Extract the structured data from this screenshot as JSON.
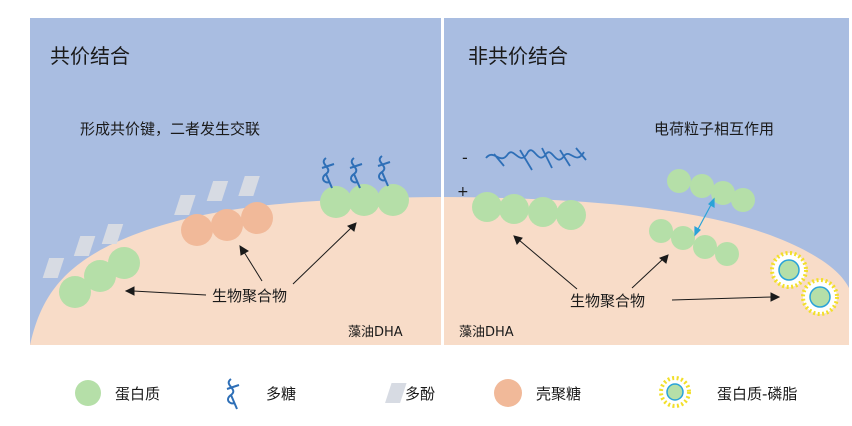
{
  "panels": {
    "left": {
      "title": "共价结合",
      "description": "形成共价键，二者发生交联",
      "aggregate_label": "生物聚合物",
      "oil_label": "藻油DHA"
    },
    "right": {
      "title": "非共价结合",
      "description": "电荷粒子相互作用",
      "aggregate_label": "生物聚合物",
      "oil_label": "藻油DHA",
      "negative_sign": "-",
      "positive_sign": "+"
    }
  },
  "legend": {
    "protein": "蛋白质",
    "polysaccharide": "多糖",
    "polyphenol": "多酚",
    "chitosan": "壳聚糖",
    "protein_phospholipid": "蛋白质-磷脂"
  },
  "colors": {
    "background_panel": "#a9bde1",
    "oil_droplet": "#f8dcc8",
    "protein": "#b5dfa8",
    "polysaccharide": "#2e6fb7",
    "polyphenol": "#d7dbe3",
    "chitosan": "#f1b999",
    "phospholipid_head": "#f2df2a",
    "arrow_double": "#2aa3d8"
  }
}
